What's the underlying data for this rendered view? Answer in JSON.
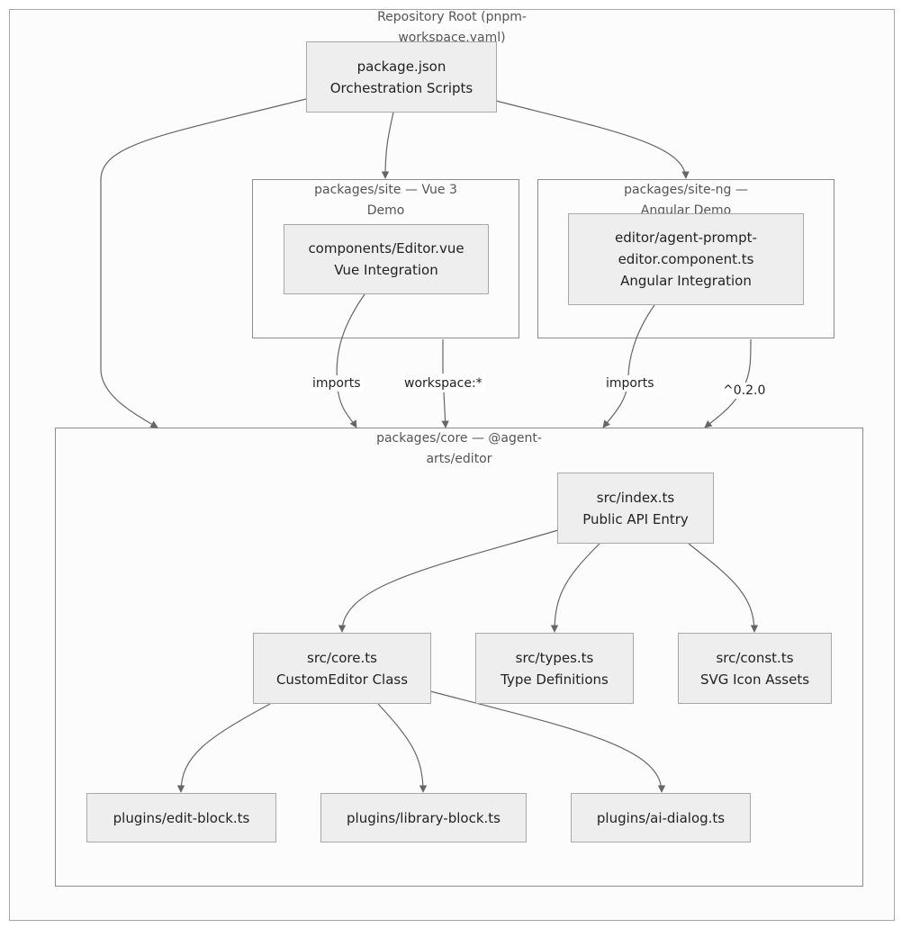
{
  "root": {
    "title_line1": "Repository Root (pnpm-",
    "title_line2": "workspace.yaml)"
  },
  "nodes": {
    "package_json": [
      "package.json",
      "Orchestration Scripts"
    ],
    "editor_vue": [
      "components/Editor.vue",
      "Vue Integration"
    ],
    "agent_prompt": [
      "editor/agent-prompt-",
      "editor.component.ts",
      "Angular Integration"
    ],
    "index_ts": [
      "src/index.ts",
      "Public API Entry"
    ],
    "core_ts": [
      "src/core.ts",
      "CustomEditor Class"
    ],
    "types_ts": [
      "src/types.ts",
      "Type Definitions"
    ],
    "const_ts": [
      "src/const.ts",
      "SVG Icon Assets"
    ],
    "edit_block": [
      "plugins/edit-block.ts"
    ],
    "library_block": [
      "plugins/library-block.ts"
    ],
    "ai_dialog": [
      "plugins/ai-dialog.ts"
    ]
  },
  "clusters": {
    "site": [
      "packages/site — Vue 3",
      "Demo"
    ],
    "site_ng": [
      "packages/site-ng —",
      "Angular Demo"
    ],
    "core": [
      "packages/core — @agent-",
      "arts/editor"
    ]
  },
  "edge_labels": {
    "vue_imports": "imports",
    "vue_workspace": "workspace:*",
    "ng_imports": "imports",
    "ng_version": "^0.2.0"
  }
}
